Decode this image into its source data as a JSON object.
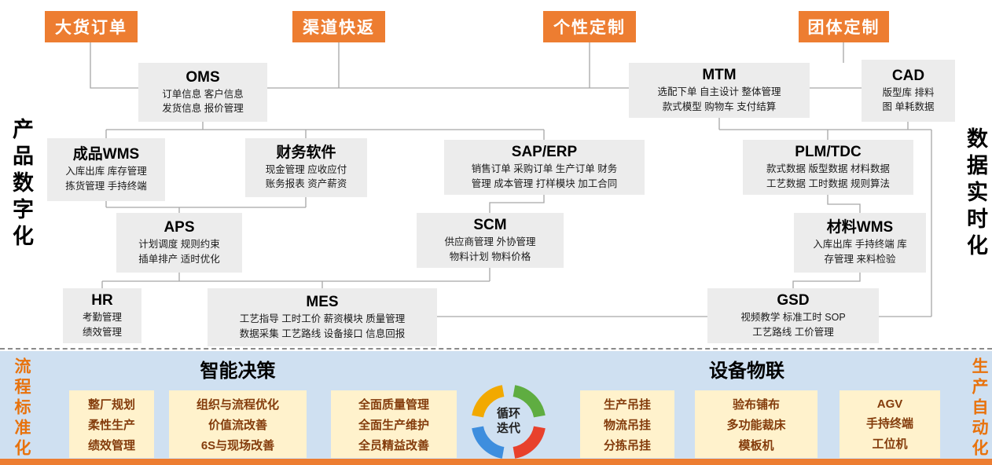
{
  "colors": {
    "accent_orange": "#ED7D31",
    "panel_blue": "#CFE0F1",
    "box_gray": "#ECECEC",
    "yellow_box_bg": "#FFF2CC",
    "yellow_box_text": "#843C0C",
    "ring_yellow": "#F2A900",
    "ring_green": "#5FAD41",
    "ring_red": "#E8412C",
    "ring_blue": "#3E8EDE"
  },
  "top_nodes": [
    {
      "label": "大货订单"
    },
    {
      "label": "渠道快返"
    },
    {
      "label": "个性定制"
    },
    {
      "label": "团体定制"
    }
  ],
  "side_labels": {
    "left": "产品数字化",
    "right": "数据实时化",
    "bottom_left": "流程标准化",
    "bottom_right": "生产自动化"
  },
  "systems": {
    "oms": {
      "title": "OMS",
      "line1": "订单信息 客户信息",
      "line2": "发货信息 报价管理"
    },
    "mtm": {
      "title": "MTM",
      "line1": "选配下单 自主设计 整体管理",
      "line2": "款式模型 购物车 支付结算"
    },
    "cad": {
      "title": "CAD",
      "line1": "版型库 排料",
      "line2": "图 单耗数据"
    },
    "wms_fg": {
      "title": "成品WMS",
      "line1": "入库出库 库存管理",
      "line2": "拣货管理 手持终端"
    },
    "finance": {
      "title": "财务软件",
      "line1": "现金管理 应收应付",
      "line2": "账务报表 资产薪资"
    },
    "sap": {
      "title": "SAP/ERP",
      "line1": "销售订单 采购订单 生产订单 财务",
      "line2": "管理 成本管理 打样模块 加工合同"
    },
    "plm": {
      "title": "PLM/TDC",
      "line1": "款式数据 版型数据 材料数据",
      "line2": "工艺数据 工时数据 规则算法"
    },
    "aps": {
      "title": "APS",
      "line1": "计划调度 规则约束",
      "line2": "插单排产 适时优化"
    },
    "scm": {
      "title": "SCM",
      "line1": "供应商管理 外协管理",
      "line2": "物料计划 物料价格"
    },
    "wms_mat": {
      "title": "材料WMS",
      "line1": "入库出库 手持终端 库",
      "line2": "存管理 来料检验"
    },
    "hr": {
      "title": "HR",
      "line1": "考勤管理",
      "line2": "绩效管理"
    },
    "mes": {
      "title": "MES",
      "line1": "工艺指导 工时工价 薪资模块 质量管理",
      "line2": "数据采集 工艺路线 设备接口 信息回报"
    },
    "gsd": {
      "title": "GSD",
      "line1": "视频教学 标准工时 SOP",
      "line2": "工艺路线 工价管理"
    }
  },
  "bottom": {
    "left_heading": "智能决策",
    "right_heading": "设备物联",
    "cycle": {
      "line1": "循环",
      "line2": "迭代"
    },
    "lean_boxes": [
      {
        "lines": [
          "整厂规划",
          "柔性生产",
          "绩效管理"
        ]
      },
      {
        "lines": [
          "组织与流程优化",
          "价值流改善",
          "6S与现场改善"
        ]
      },
      {
        "lines": [
          "全面质量管理",
          "全面生产维护",
          "全员精益改善"
        ]
      }
    ],
    "device_boxes": [
      {
        "lines": [
          "生产吊挂",
          "物流吊挂",
          "分拣吊挂"
        ]
      },
      {
        "lines": [
          "验布铺布",
          "多功能裁床",
          "模板机"
        ]
      },
      {
        "lines": [
          "AGV",
          "手持终端",
          "工位机"
        ]
      }
    ]
  }
}
